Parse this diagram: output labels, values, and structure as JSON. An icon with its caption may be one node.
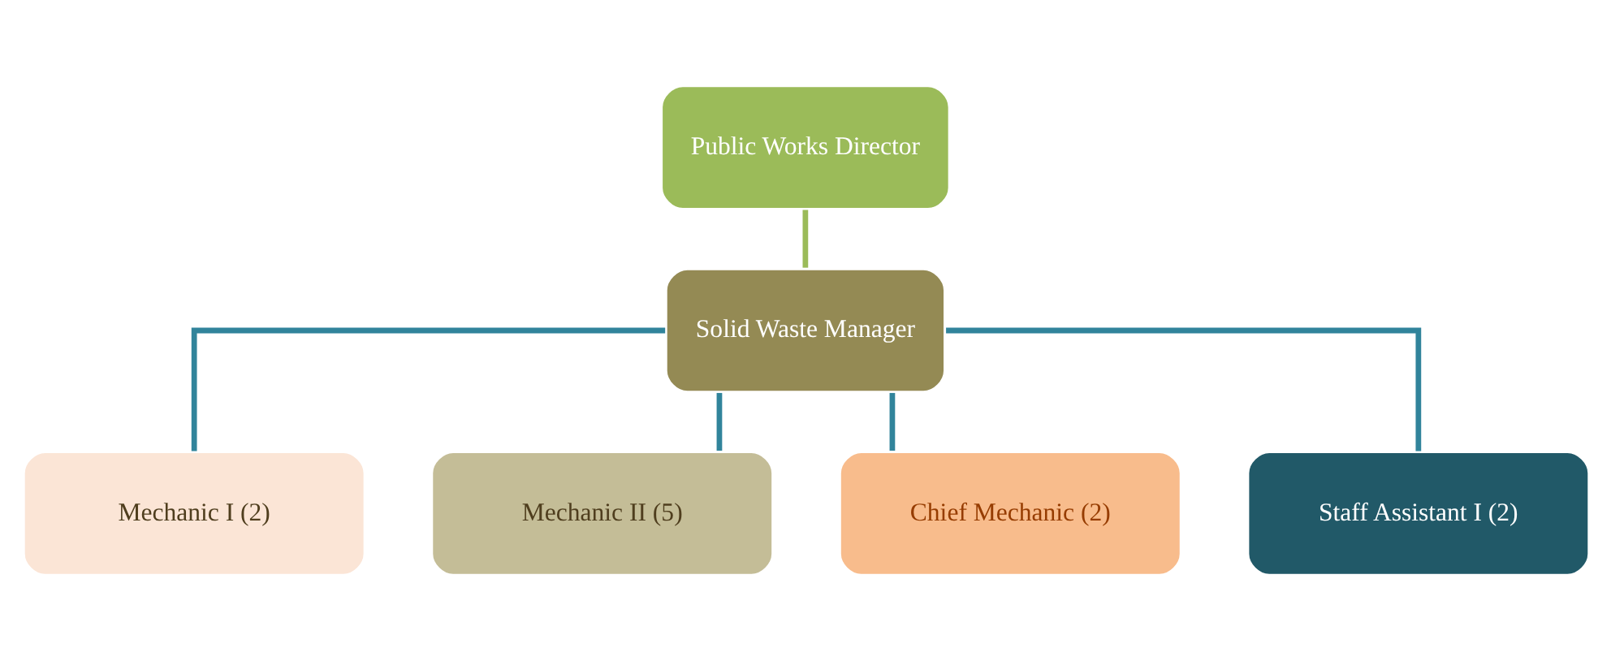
{
  "diagram": {
    "nodes": [
      {
        "text": [
          "Public Works Director"
        ]
      },
      {
        "text": [
          "Solid Waste Manager"
        ]
      },
      {
        "text": [
          "Mechanic I (2)"
        ]
      },
      {
        "text": [
          "Mechanic II (5)"
        ]
      },
      {
        "text": [
          "Chief Mechanic (2)"
        ]
      },
      {
        "text": [
          "Staff Assistant I (2)"
        ]
      }
    ],
    "edges": [
      {
        "from": 0,
        "to": 1,
        "arrow": "none",
        "color": "#9bbb59"
      },
      {
        "from": 1,
        "to": 2,
        "arrow": "none"
      },
      {
        "from": 1,
        "to": 3,
        "arrow": "none"
      },
      {
        "from": 1,
        "to": 4,
        "arrow": "none"
      },
      {
        "from": 1,
        "to": 5,
        "arrow": "none"
      }
    ]
  }
}
